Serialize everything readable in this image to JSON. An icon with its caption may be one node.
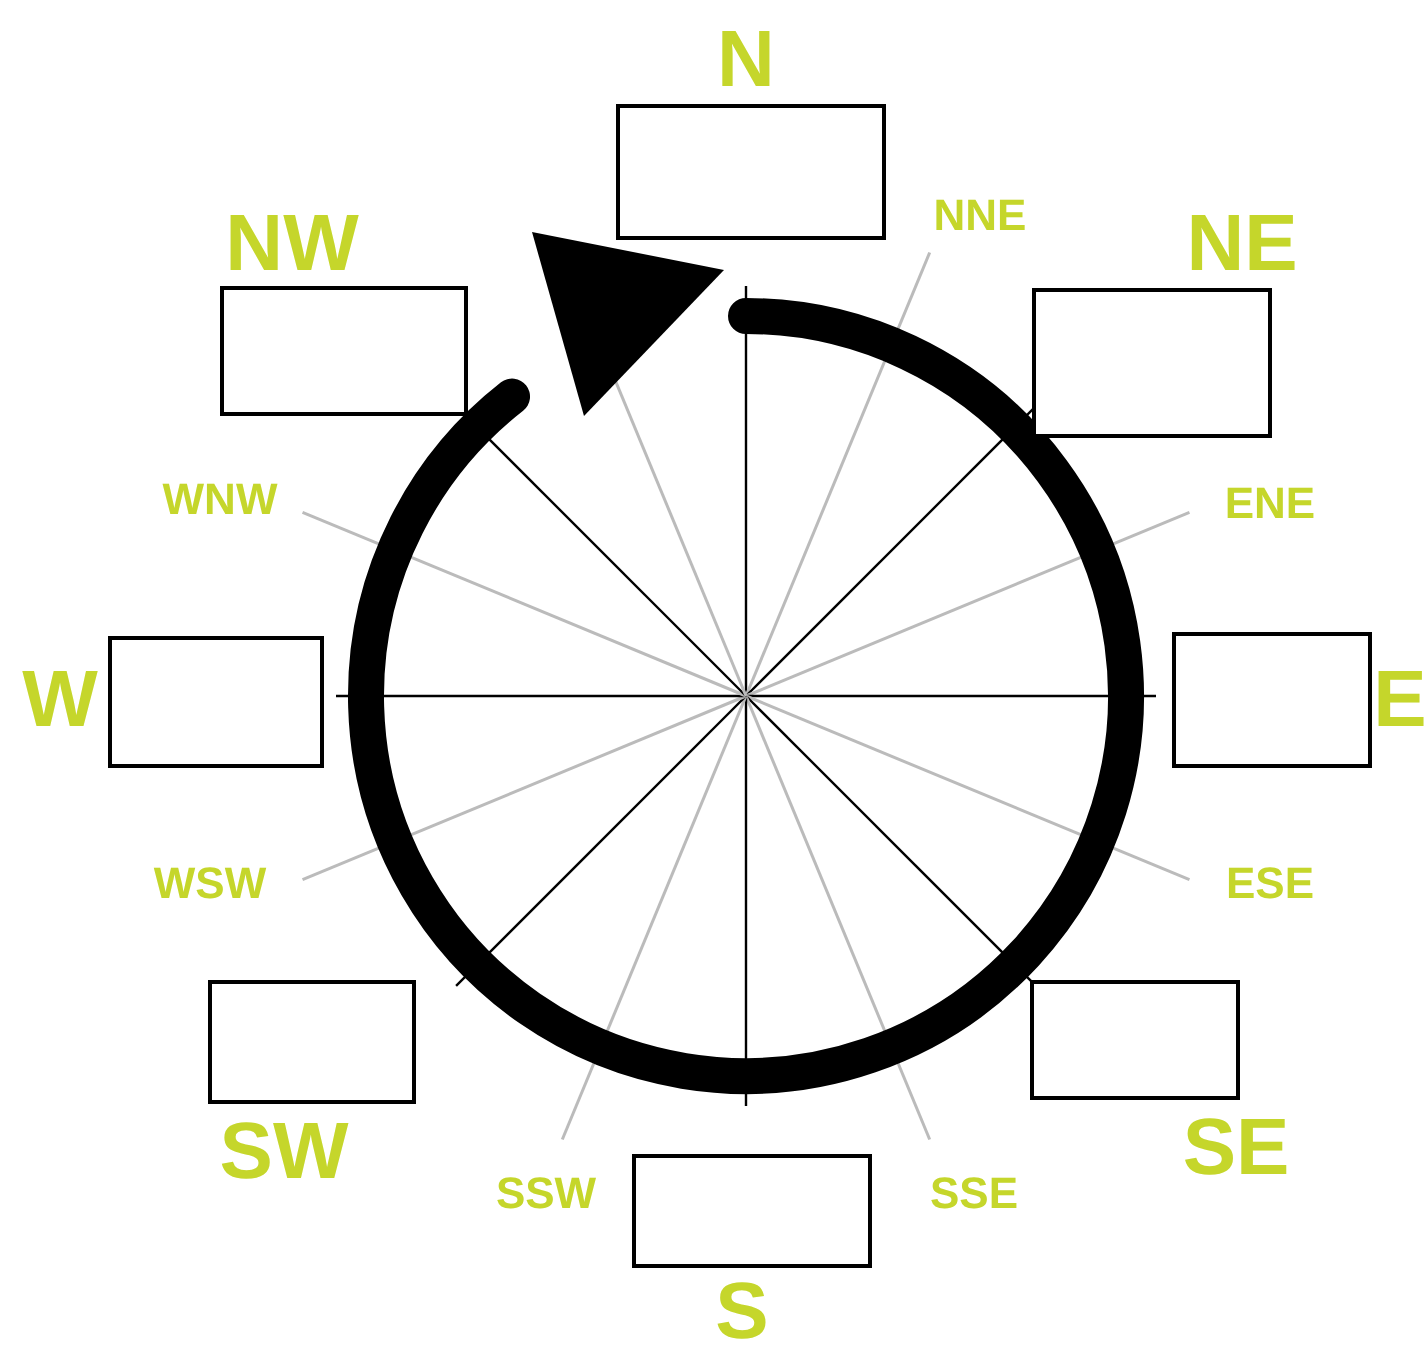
{
  "diagram": {
    "nodes": [
      {
        "text": [],
        "shape": "box",
        "beside": [
          "N"
        ]
      },
      {
        "text": [],
        "shape": "box",
        "beside": [
          "NW"
        ]
      },
      {
        "text": [],
        "shape": "box",
        "beside": [
          "NE"
        ]
      },
      {
        "text": [],
        "shape": "box",
        "beside": [
          "W"
        ]
      },
      {
        "text": [],
        "shape": "box",
        "beside": [
          "E"
        ]
      },
      {
        "text": [],
        "shape": "box",
        "beside": [
          "SW"
        ]
      },
      {
        "text": [],
        "shape": "box",
        "beside": [
          "SE"
        ]
      },
      {
        "text": [],
        "shape": "box",
        "beside": [
          "S"
        ]
      }
    ],
    "labels": [
      "NNE",
      "WNW",
      "ENE",
      "WSW",
      "ESE",
      "SSW",
      "SSE"
    ]
  }
}
